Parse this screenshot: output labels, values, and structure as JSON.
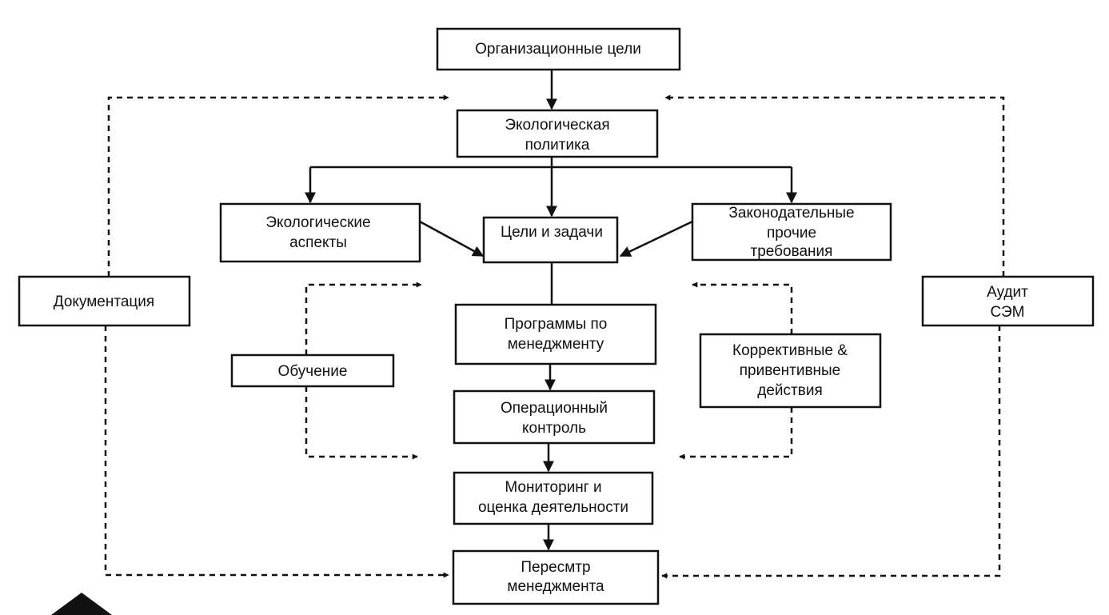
{
  "diagram": {
    "nodes": {
      "org_goals": [
        "Организационные цели"
      ],
      "eco_policy": [
        "Экологическая",
        "политика"
      ],
      "eco_aspects": [
        "Экологические",
        "аспекты"
      ],
      "goals_tasks": [
        "Цели и задачи"
      ],
      "legal": [
        "Законодательные",
        "прочие",
        "требования"
      ],
      "programs": [
        "Программы по",
        "менеджменту"
      ],
      "operational": [
        "Операционный",
        "контроль"
      ],
      "monitoring": [
        "Мониторинг и",
        "оценка деятельности"
      ],
      "review": [
        "Пересмтр",
        "менеджмента"
      ],
      "documentation": [
        "Документация"
      ],
      "audit": [
        "Аудит",
        "СЭМ"
      ],
      "training": [
        "Обучение"
      ],
      "corrective": [
        "Коррективные &",
        "привентивные",
        "действия"
      ]
    },
    "edges": [
      {
        "from": "org_goals",
        "to": "eco_policy",
        "style": "solid"
      },
      {
        "from": "eco_policy",
        "to": "eco_aspects",
        "style": "solid"
      },
      {
        "from": "eco_policy",
        "to": "goals_tasks",
        "style": "solid"
      },
      {
        "from": "eco_policy",
        "to": "legal",
        "style": "solid"
      },
      {
        "from": "eco_aspects",
        "to": "goals_tasks",
        "style": "solid"
      },
      {
        "from": "legal",
        "to": "goals_tasks",
        "style": "solid"
      },
      {
        "from": "goals_tasks",
        "to": "programs",
        "style": "solid"
      },
      {
        "from": "programs",
        "to": "operational",
        "style": "solid"
      },
      {
        "from": "operational",
        "to": "monitoring",
        "style": "solid"
      },
      {
        "from": "monitoring",
        "to": "review",
        "style": "solid"
      },
      {
        "from": "documentation",
        "to": "eco_policy",
        "style": "dashed"
      },
      {
        "from": "documentation",
        "to": "review",
        "style": "dashed"
      },
      {
        "from": "audit",
        "to": "eco_policy",
        "style": "dashed"
      },
      {
        "from": "audit",
        "to": "review",
        "style": "dashed"
      },
      {
        "from": "training",
        "to": "programs",
        "style": "dashed"
      },
      {
        "from": "training",
        "to": "operational",
        "style": "dashed"
      },
      {
        "from": "corrective",
        "to": "programs",
        "style": "dashed"
      },
      {
        "from": "corrective",
        "to": "operational",
        "style": "dashed"
      }
    ]
  }
}
